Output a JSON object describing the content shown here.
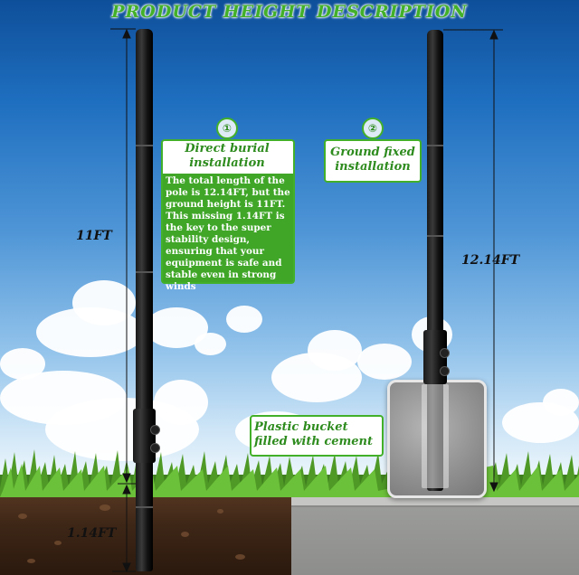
{
  "title": "PRODUCT HEIGHT DESCRIPTION",
  "option1": {
    "number": "①",
    "heading": "Direct burial installation",
    "body": "The total length of the pole is 12.14FT, but the ground height is 11FT. This missing 1.14FT is the key to the super stability design, ensuring that your equipment is safe and stable even in strong winds"
  },
  "option2": {
    "number": "②",
    "heading": "Ground fixed installation"
  },
  "bucket_note": "Plastic bucket filled with cement",
  "dimensions": {
    "above_ground": "11FT",
    "below_ground": "1.14FT",
    "total": "12.14FT"
  },
  "colors": {
    "accent_green": "#43b02a",
    "text_green": "#2e8b1e",
    "card_fill": "#ffffff"
  }
}
